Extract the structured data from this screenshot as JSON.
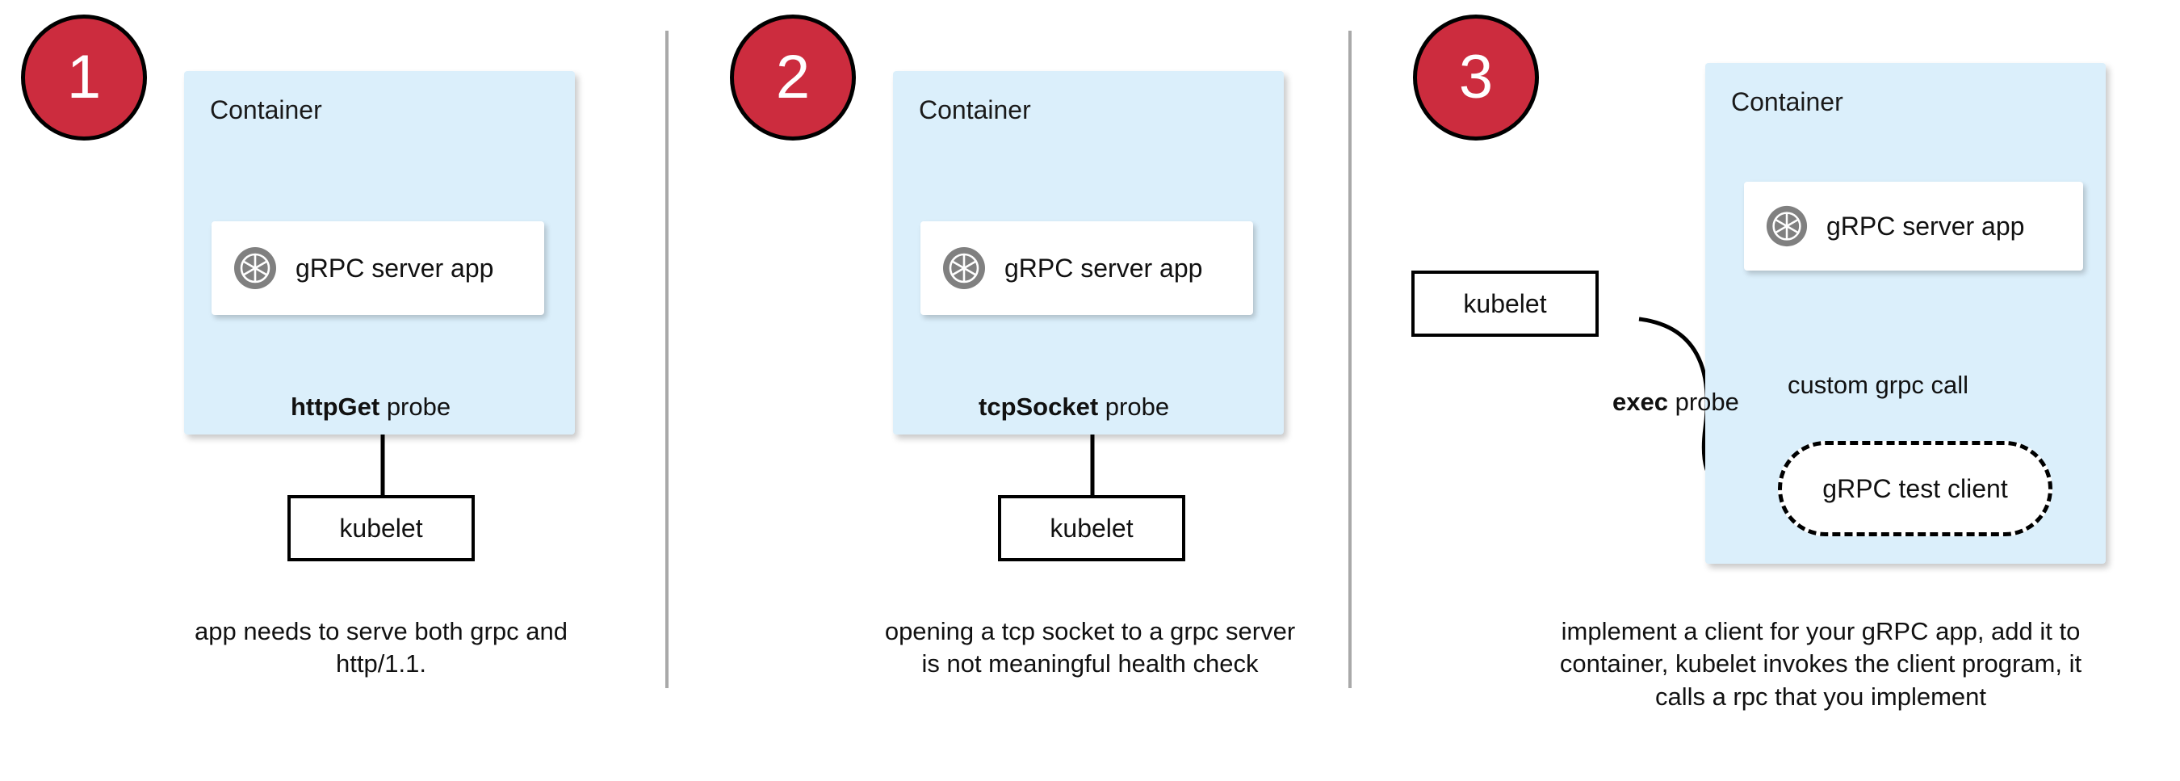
{
  "diagram": {
    "title": "gRPC health probe approaches",
    "colors": {
      "badge_red": "#cc2c3e",
      "container_blue": "#dbeffb",
      "card_white": "#ffffff",
      "divider_gray": "#a9a9a9",
      "icon_gray": "#808080",
      "stroke_black": "#000000"
    }
  },
  "panels": [
    {
      "badge": "1",
      "container_label": "Container",
      "app_label": "gRPC server app",
      "app_icon": "grpc-aperture-icon",
      "probe_label_bold": "httpGet",
      "probe_label_rest": " probe",
      "kubelet_label": "kubelet",
      "caption": "app needs to serve both grpc and http/1.1."
    },
    {
      "badge": "2",
      "container_label": "Container",
      "app_label": "gRPC server app",
      "app_icon": "grpc-aperture-icon",
      "probe_label_bold": "tcpSocket",
      "probe_label_rest": " probe",
      "kubelet_label": "kubelet",
      "caption": "opening a tcp socket to a grpc server is not meaningful health check"
    },
    {
      "badge": "3",
      "container_label": "Container",
      "app_label": "gRPC server app",
      "app_icon": "grpc-aperture-icon",
      "probe_label_bold": "exec",
      "probe_label_rest": " probe",
      "kubelet_label": "kubelet",
      "client_label": "gRPC test client",
      "call_label": "custom grpc call",
      "caption": "implement a client for your gRPC app, add it to container, kubelet invokes the client program, it calls a rpc that you implement"
    }
  ]
}
